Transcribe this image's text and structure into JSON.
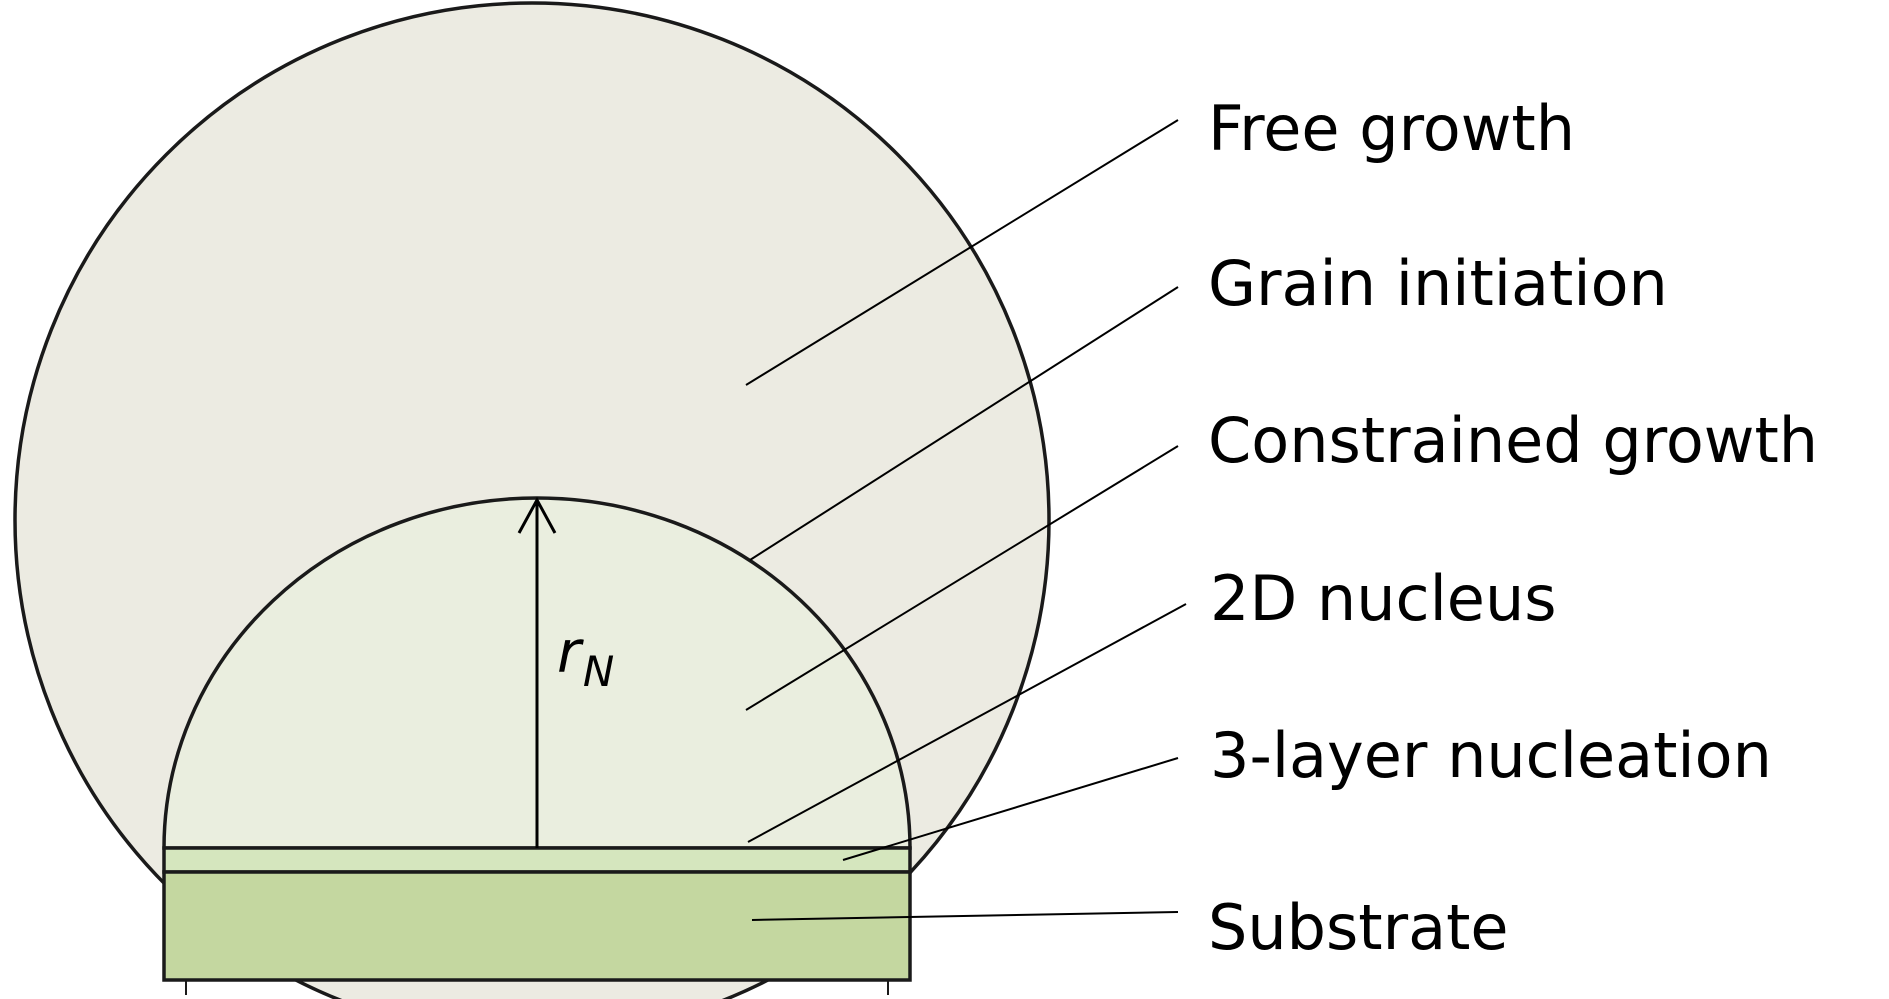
{
  "labels": {
    "free_growth": "Free growth",
    "grain_initiation": "Grain initiation",
    "constrained_growth": "Constrained growth",
    "nucleus_2d": "2D nucleus",
    "nucleation_3layer": "3-layer nucleation",
    "substrate": "Substrate"
  },
  "radius_symbol": "r",
  "radius_subscript": "N",
  "colors": {
    "free_growth_fill": "#ECEBE2",
    "constrained_growth_fill": "#EAEEDF",
    "nucleation_layer_fill": "#D5E6BE",
    "substrate_fill": "#C4D7A0",
    "outline": "#1A1A1A"
  }
}
